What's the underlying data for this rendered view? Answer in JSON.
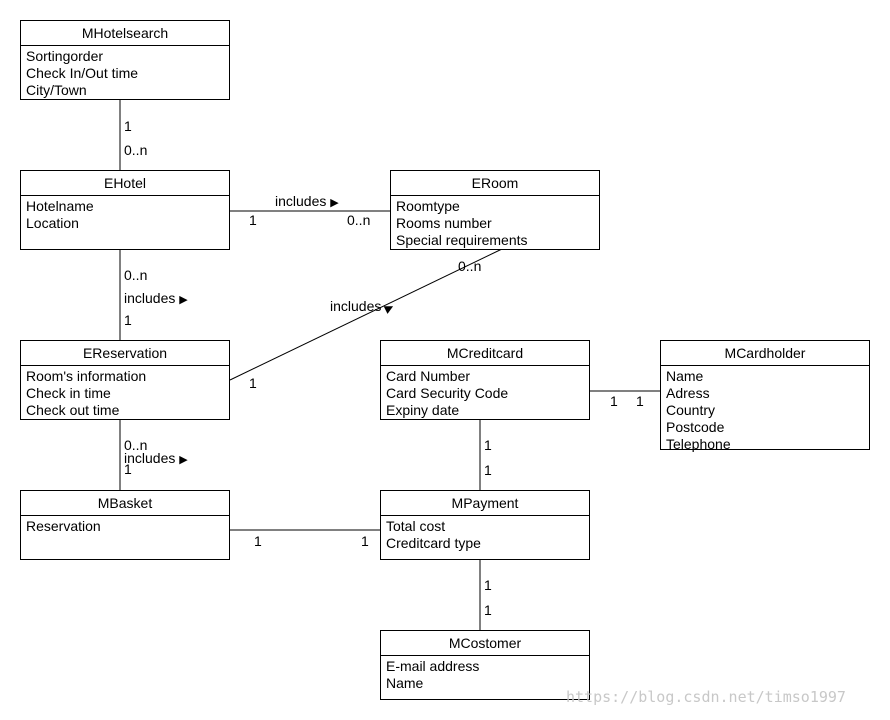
{
  "classes": {
    "mhotelsearch": {
      "name": "MHotelsearch",
      "attrs": [
        "Sortingorder",
        "Check In/Out time",
        "City/Town"
      ]
    },
    "ehotel": {
      "name": "EHotel",
      "attrs": [
        "Hotelname",
        "Location"
      ]
    },
    "eroom": {
      "name": "ERoom",
      "attrs": [
        "Roomtype",
        "Rooms number",
        "Special requirements"
      ]
    },
    "ereservation": {
      "name": "EReservation",
      "attrs": [
        "Room's information",
        "Check in time",
        "Check out time"
      ]
    },
    "mcreditcard": {
      "name": "MCreditcard",
      "attrs": [
        "Card Number",
        "Card Security Code",
        "Expiny date"
      ]
    },
    "mcardholder": {
      "name": "MCardholder",
      "attrs": [
        "Name",
        "Adress",
        "Country",
        "Postcode",
        "Telephone"
      ]
    },
    "mbasket": {
      "name": "MBasket",
      "attrs": [
        "Reservation"
      ]
    },
    "mpayment": {
      "name": "MPayment",
      "attrs": [
        "Total cost",
        "Creditcard type"
      ]
    },
    "mcostomer": {
      "name": "MCostomer",
      "attrs": [
        "E-mail address",
        "Name"
      ]
    }
  },
  "associations": {
    "search_hotel": {
      "end_a": "1",
      "end_b": "0..n"
    },
    "hotel_room": {
      "role": "includes",
      "end_a": "1",
      "end_b": "0..n"
    },
    "hotel_reservation": {
      "role": "includes",
      "end_a": "0..n",
      "end_b": "1"
    },
    "reservation_room": {
      "role": "includes",
      "end_a": "1",
      "end_b": "0..n"
    },
    "reservation_basket": {
      "role": "includes",
      "end_a": "0..n",
      "end_b": "1"
    },
    "creditcard_cardholder": {
      "end_a": "1",
      "end_b": "1"
    },
    "creditcard_payment": {
      "end_a": "1",
      "end_b": "1"
    },
    "basket_payment": {
      "end_a": "1",
      "end_b": "1"
    },
    "payment_customer": {
      "end_a": "1",
      "end_b": "1"
    }
  },
  "watermark": "https://blog.csdn.net/timso1997"
}
